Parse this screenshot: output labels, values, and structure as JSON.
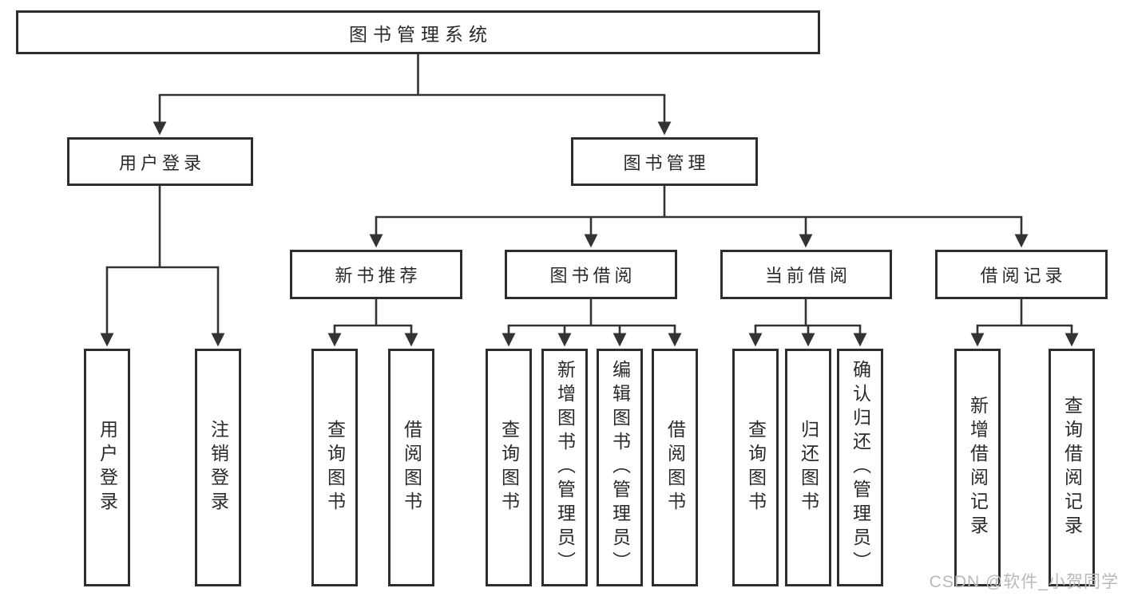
{
  "diagram_title": "图书管理系统",
  "watermark": "CSDN @软件_小贺同学",
  "colors": {
    "line": "#333333",
    "box_border": "#2e2e2e",
    "text": "#2a2a2a",
    "background": "#ffffff",
    "watermark": "#b9b9b9"
  },
  "nodes": {
    "root": {
      "label": "图书管理系统"
    },
    "level2": [
      {
        "label": "用户登录"
      },
      {
        "label": "图书管理"
      }
    ],
    "level3": [
      {
        "label": "新书推荐"
      },
      {
        "label": "图书借阅"
      },
      {
        "label": "当前借阅"
      },
      {
        "label": "借阅记录"
      }
    ],
    "leaves": {
      "user_login": [
        {
          "label": "用户登录"
        },
        {
          "label": "注销登录"
        }
      ],
      "new_book_rec": [
        {
          "label": "查询图书"
        },
        {
          "label": "借阅图书"
        }
      ],
      "book_borrow": [
        {
          "label": "查询图书"
        },
        {
          "label": "新增图书（管理员）"
        },
        {
          "label": "编辑图书（管理员）"
        },
        {
          "label": "借阅图书"
        }
      ],
      "current_borrow": [
        {
          "label": "查询图书"
        },
        {
          "label": "归还图书"
        },
        {
          "label": "确认归还（管理员）"
        }
      ],
      "borrow_record": [
        {
          "label": "新增借阅记录"
        },
        {
          "label": "查询借阅记录"
        }
      ]
    }
  }
}
